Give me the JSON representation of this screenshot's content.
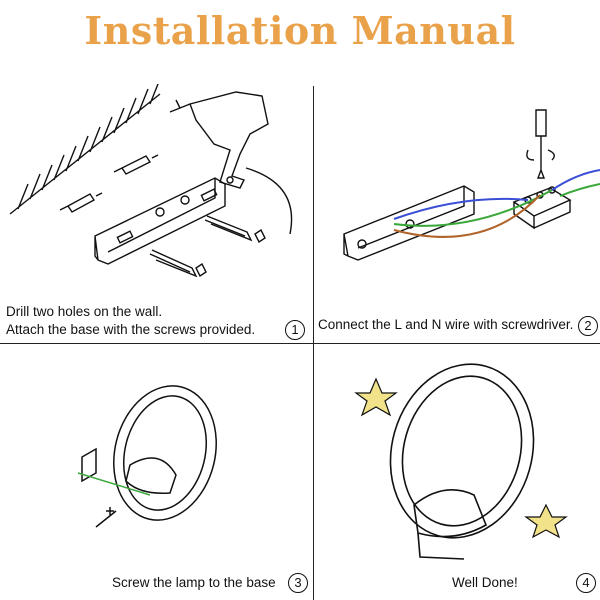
{
  "title": "Installation Manual",
  "steps": [
    {
      "number": "1",
      "caption_lines": [
        "Drill two holes on the wall.",
        "Attach the base with the screws provided."
      ]
    },
    {
      "number": "2",
      "caption": "Connect the L and N wire with screwdriver."
    },
    {
      "number": "3",
      "caption": "Screw the lamp to the base"
    },
    {
      "number": "4",
      "caption": "Well Done!"
    }
  ],
  "colors": {
    "title": "#eaa24a",
    "wire_blue": "#3a4fd6",
    "wire_green": "#3aa83a",
    "wire_brown": "#b0642a",
    "star": "#f2e38a"
  },
  "icons": [
    "drill-icon",
    "screwdriver-icon",
    "star-icon"
  ]
}
